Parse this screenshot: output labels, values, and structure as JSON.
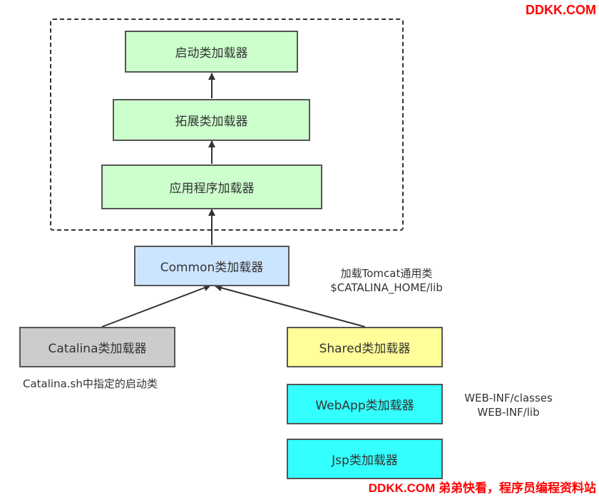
{
  "nodes": {
    "bootstrap": "启动类加载器",
    "extension": "拓展类加载器",
    "application": "应用程序加载器",
    "common": "Common类加载器",
    "catalina": "Catalina类加载器",
    "shared": "Shared类加载器",
    "webapp": "WebApp类加载器",
    "jsp": "Jsp类加载器"
  },
  "notes": {
    "common_line1": "加载Tomcat通用类",
    "common_line2": "$CATALINA_HOME/lib",
    "catalina": "Catalina.sh中指定的启动类",
    "webapp_line1": "WEB-INF/classes",
    "webapp_line2": "WEB-INF/lib"
  },
  "watermarks": {
    "top": "DDKK.COM",
    "bottom": "DDKK.COM 弟弟快看，程序员编程资料站"
  },
  "colors": {
    "green_fill": "#ccffcc",
    "blue_fill": "#cce5ff",
    "gray_fill": "#cccccc",
    "yellow_fill": "#ffff99",
    "cyan_fill": "#33ffff",
    "watermark": "#ff0000"
  }
}
